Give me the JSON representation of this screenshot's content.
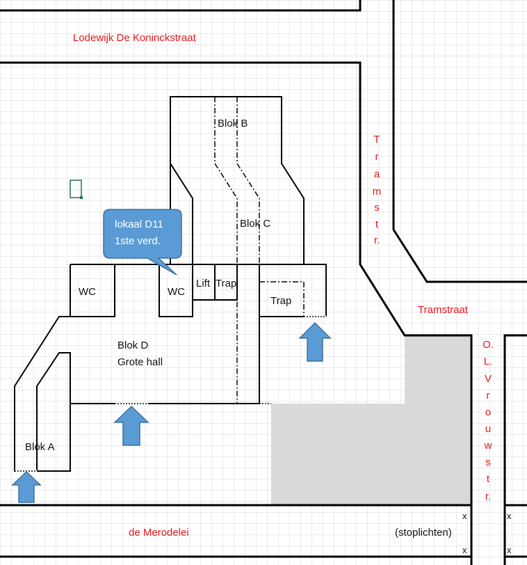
{
  "streets": {
    "top": "Lodewijk De Koninckstraat",
    "bottom": "de Merodelei",
    "tramstraat": "Tramstraat",
    "tramstr_vertical": [
      "T",
      "r",
      "a",
      "m",
      "s",
      "t",
      "r."
    ],
    "olvrouwstr_vertical": [
      "O.",
      "L.",
      "V",
      "r",
      "o",
      "u",
      "w",
      "s",
      "t",
      "r."
    ]
  },
  "rooms": {
    "blok_b": "Blok B",
    "blok_c": "Blok C",
    "blok_d_line1": "Blok D",
    "blok_d_line2": "Grote hall",
    "blok_a": "Blok A",
    "wc_left": "WC",
    "wc_right": "WC",
    "lift": "Lift",
    "trap_center": "Trap",
    "trap_right": "Trap"
  },
  "callout": {
    "line1": "lokaal D11",
    "line2": "1ste verd."
  },
  "traffic_light_mark": "x",
  "stoplichten": "(stoplichten)",
  "colors": {
    "grid": "#d4d4d4",
    "wall": "#000000",
    "street_label": "#e8151b",
    "callout_fill": "#5b9bd5",
    "callout_stroke": "#41719c",
    "arrow_fill": "#5b9bd5",
    "arrow_stroke": "#41719c",
    "shaded_area": "#d9d9d9",
    "cell_cursor": "#217346"
  }
}
